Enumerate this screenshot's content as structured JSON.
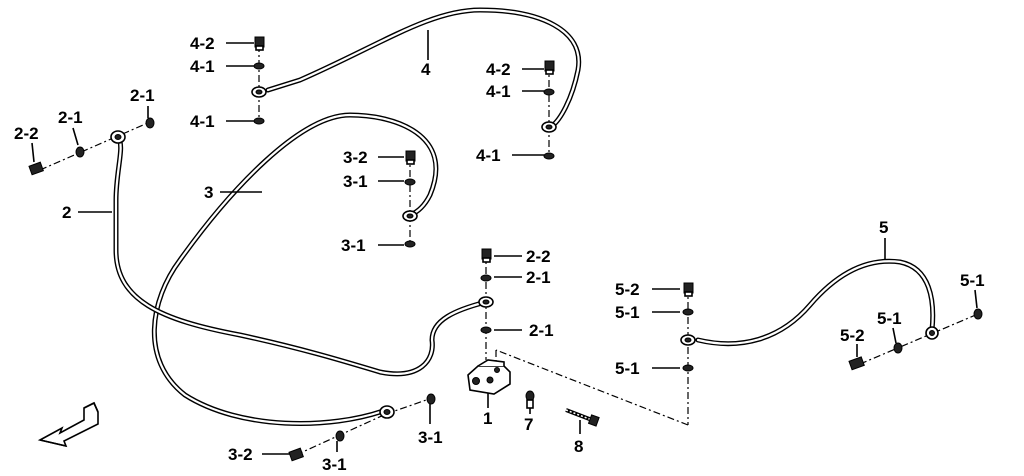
{
  "labels": {
    "l_4_2a": "4-2",
    "l_4_1a": "4-1",
    "l_4_1b": "4-1",
    "l_4": "4",
    "l_4_2b": "4-2",
    "l_4_1c": "4-1",
    "l_4_1d": "4-1",
    "l_2_1a": "2-1",
    "l_2_1b": "2-1",
    "l_2_2a": "2-2",
    "l_2": "2",
    "l_3": "3",
    "l_3_2a": "3-2",
    "l_3_1a": "3-1",
    "l_3_1b": "3-1",
    "l_2_2b": "2-2",
    "l_2_1c": "2-1",
    "l_2_1d": "2-1",
    "l_5": "5",
    "l_5_2a": "5-2",
    "l_5_1a": "5-1",
    "l_5_1b": "5-1",
    "l_5_1c": "5-1",
    "l_5_1d": "5-1",
    "l_5_2b": "5-2",
    "l_1": "1",
    "l_7": "7",
    "l_8": "8",
    "l_3_1c": "3-1",
    "l_3_2b": "3-2",
    "l_3_1d": "3-1"
  },
  "icons": {
    "front_arrow": "front-direction-arrow-icon"
  },
  "colors": {
    "line": "#000000",
    "background": "#ffffff"
  }
}
